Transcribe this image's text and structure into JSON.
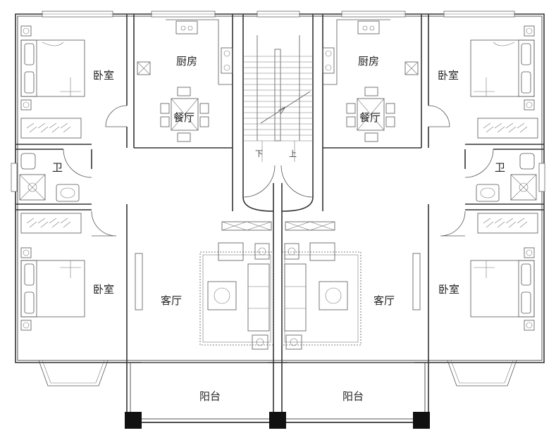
{
  "rooms": {
    "bedroom_upper_left": "卧室",
    "kitchen_left": "厨房",
    "dining_left": "餐厅",
    "kitchen_right": "厨房",
    "dining_right": "餐厅",
    "bedroom_upper_right": "卧室",
    "bath_left": "卫",
    "bath_right": "卫",
    "bedroom_lower_left": "卧室",
    "living_left": "客厅",
    "living_right": "客厅",
    "bedroom_lower_right": "卧室",
    "balcony_left": "阳台",
    "balcony_right": "阳台"
  },
  "stair": {
    "down": "下",
    "up": "上"
  }
}
